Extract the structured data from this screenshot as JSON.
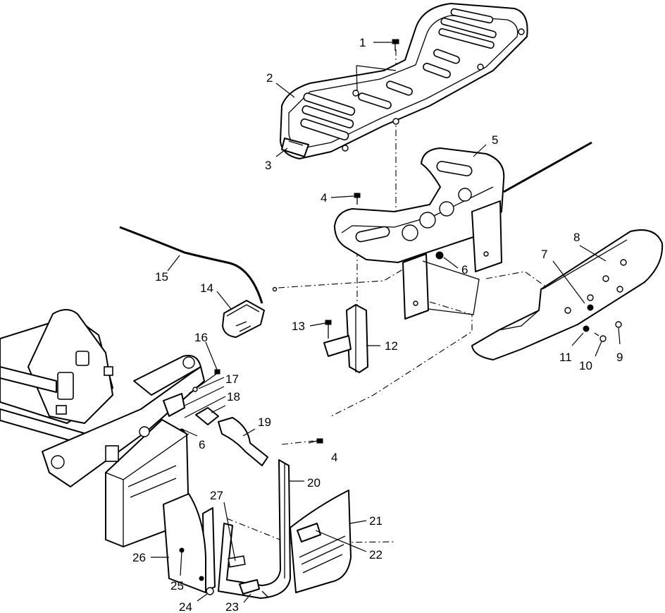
{
  "callouts": [
    {
      "id": "c1",
      "text": "1"
    },
    {
      "id": "c2",
      "text": "2"
    },
    {
      "id": "c3",
      "text": "3"
    },
    {
      "id": "c4a",
      "text": "4"
    },
    {
      "id": "c5",
      "text": "5"
    },
    {
      "id": "c6a",
      "text": "6"
    },
    {
      "id": "c7",
      "text": "7"
    },
    {
      "id": "c8",
      "text": "8"
    },
    {
      "id": "c9",
      "text": "9"
    },
    {
      "id": "c10",
      "text": "10"
    },
    {
      "id": "c11",
      "text": "11"
    },
    {
      "id": "c12",
      "text": "12"
    },
    {
      "id": "c13",
      "text": "13"
    },
    {
      "id": "c14",
      "text": "14"
    },
    {
      "id": "c15",
      "text": "15"
    },
    {
      "id": "c16",
      "text": "16"
    },
    {
      "id": "c17",
      "text": "17"
    },
    {
      "id": "c18",
      "text": "18"
    },
    {
      "id": "c19",
      "text": "19"
    },
    {
      "id": "c6b",
      "text": "6"
    },
    {
      "id": "c4b",
      "text": "4"
    },
    {
      "id": "c20",
      "text": "20"
    },
    {
      "id": "c21",
      "text": "21"
    },
    {
      "id": "c22",
      "text": "22"
    },
    {
      "id": "c27",
      "text": "27"
    },
    {
      "id": "c26",
      "text": "26"
    },
    {
      "id": "c25",
      "text": "25"
    },
    {
      "id": "c24",
      "text": "24"
    },
    {
      "id": "c23",
      "text": "23"
    }
  ]
}
